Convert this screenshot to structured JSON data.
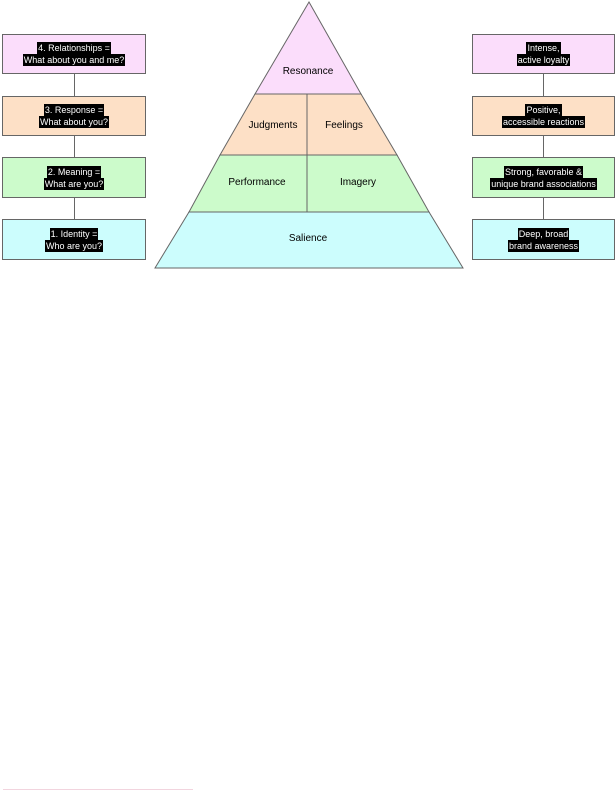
{
  "colors": {
    "pink": "#fbddfb",
    "peach": "#fde0c6",
    "green": "#ccfbcb",
    "cyan": "#ccfdfd",
    "border": "#666666"
  },
  "left_boxes": [
    {
      "line1": "4. Relationships =",
      "line2": "What about you and me?"
    },
    {
      "line1": "3. Response =",
      "line2": "What about you?"
    },
    {
      "line1": "2. Meaning =",
      "line2": "What are you?"
    },
    {
      "line1": "1. Identity =",
      "line2": "Who are you?"
    }
  ],
  "right_boxes": [
    {
      "line1": "Intense,",
      "line2": "active loyalty"
    },
    {
      "line1": "Positive,",
      "line2": "accessible reactions"
    },
    {
      "line1": "Strong, favorable &",
      "line2": "unique brand associations"
    },
    {
      "line1": "Deep, broad",
      "line2": "brand awareness"
    }
  ],
  "pyramid": {
    "resonance": "Resonance",
    "judgments": "Judgments",
    "feelings": "Feelings",
    "performance": "Performance",
    "imagery": "Imagery",
    "salience": "Salience"
  }
}
